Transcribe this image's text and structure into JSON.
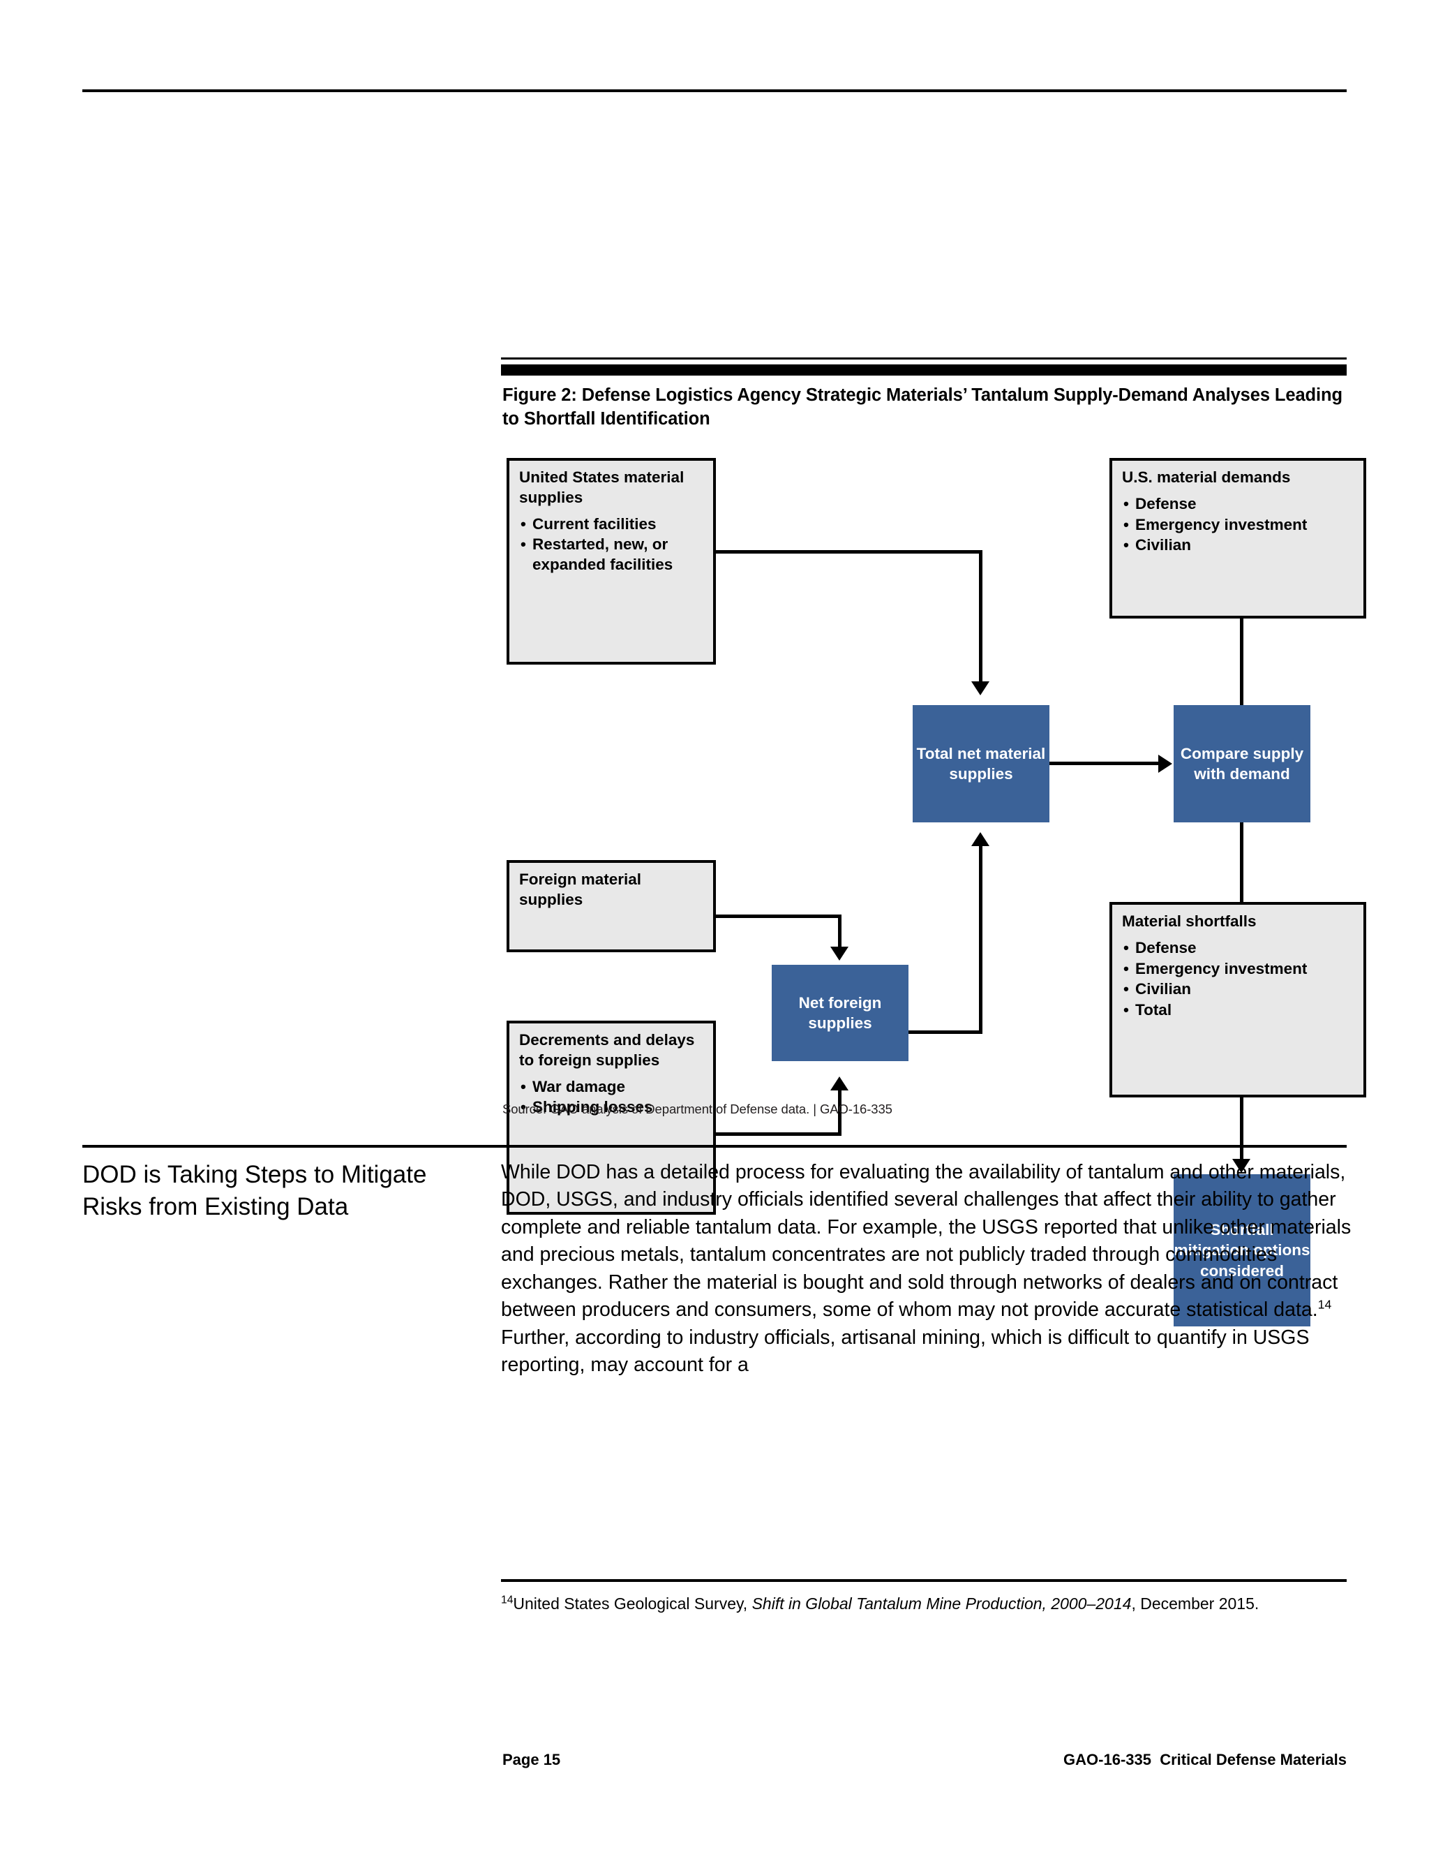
{
  "figure": {
    "title": "Figure 2: Defense Logistics Agency Strategic Materials’ Tantalum Supply-Demand Analyses Leading to Shortfall Identification",
    "source": "Source: GAO analysis of  Department of Defense data.  |  GAO-16-335",
    "colors": {
      "node_blue": "#3b6298",
      "node_gray": "#e8e8e8",
      "border": "#000000"
    },
    "nodes": {
      "us_supplies": {
        "heading": "United States material supplies",
        "items": [
          "Current facilities",
          "Restarted, new, or expanded facilities"
        ]
      },
      "us_demands": {
        "heading": "U.S. material demands",
        "items": [
          "Defense",
          "Emergency investment",
          "Civilian"
        ]
      },
      "foreign_supplies": {
        "heading": "Foreign material supplies",
        "items": []
      },
      "decrements": {
        "heading": "Decrements and delays to foreign supplies",
        "items": [
          "War damage",
          "Shipping losses"
        ]
      },
      "material_shortfalls": {
        "heading": "Material shortfalls",
        "items": [
          "Defense",
          "Emergency investment",
          "Civilian",
          "Total"
        ]
      },
      "total_net": {
        "label": "Total net material supplies"
      },
      "net_foreign": {
        "label": "Net foreign supplies"
      },
      "compare": {
        "label": "Compare supply with demand"
      },
      "mitigation": {
        "label": "Shortfall mitigation options considered"
      }
    }
  },
  "section": {
    "heading": "DOD is Taking Steps to Mitigate Risks from Existing Data",
    "body_part1": "While DOD has a detailed process for evaluating the availability of tantalum and other materials, DOD, USGS, and industry officials identified several challenges that affect their ability to gather complete and reliable tantalum data. For example, the USGS reported that unlike other materials and precious metals, tantalum concentrates are not publicly traded through commodities exchanges. Rather the material is bought and sold through networks of dealers and on contract between producers and consumers, some of whom may not provide accurate statistical data.",
    "footnote_marker": "14",
    "body_part2": " Further, according to industry officials, artisanal mining, which is difficult to quantify in USGS reporting, may account for a"
  },
  "footnote": {
    "marker": "14",
    "text_before": "United States Geological Survey, ",
    "title_italic": "Shift in Global Tantalum Mine Production, 2000–2014",
    "text_after": ", December 2015."
  },
  "footer": {
    "page": "Page 15",
    "document": "GAO-16-335  Critical Defense Materials"
  }
}
